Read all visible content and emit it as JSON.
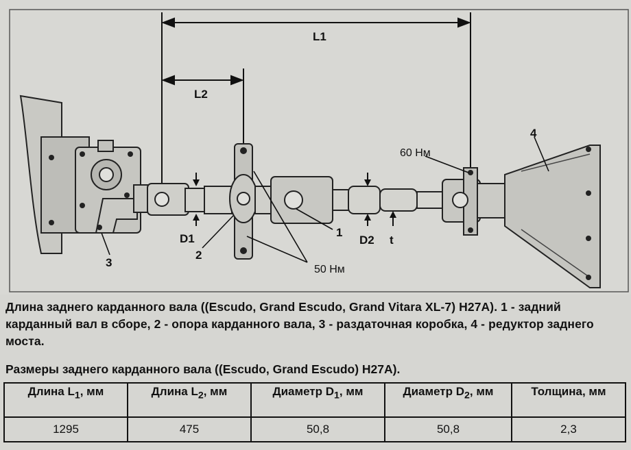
{
  "figure": {
    "labels": {
      "L1": "L1",
      "L2": "L2",
      "D1": "D1",
      "D2": "D2",
      "t": "t",
      "torque_60": "60 Нм",
      "torque_50": "50 Нм",
      "n1": "1",
      "n2": "2",
      "n3": "3",
      "n4": "4"
    }
  },
  "caption": "Длина заднего карданного вала ((Escudo, Grand Escudo, Grand Vitara XL-7) H27A). 1 - задний карданный вал в сборе, 2 - опора карданного вала, 3 - раздаточная коробка, 4 - редуктор заднего моста.",
  "table": {
    "title": "Размеры заднего карданного вала ((Escudo, Grand Escudo) H27A).",
    "headers": [
      {
        "main": "Длина L",
        "sub": "1",
        "unit": ", мм"
      },
      {
        "main": "Длина L",
        "sub": "2",
        "unit": ", мм"
      },
      {
        "main": "Диаметр D",
        "sub": "1",
        "unit": ", мм"
      },
      {
        "main": "Диаметр D",
        "sub": "2",
        "unit": ", мм"
      },
      {
        "main": "Толщина, мм",
        "sub": "",
        "unit": ""
      }
    ],
    "row": [
      "1295",
      "475",
      "50,8",
      "50,8",
      "2,3"
    ]
  }
}
